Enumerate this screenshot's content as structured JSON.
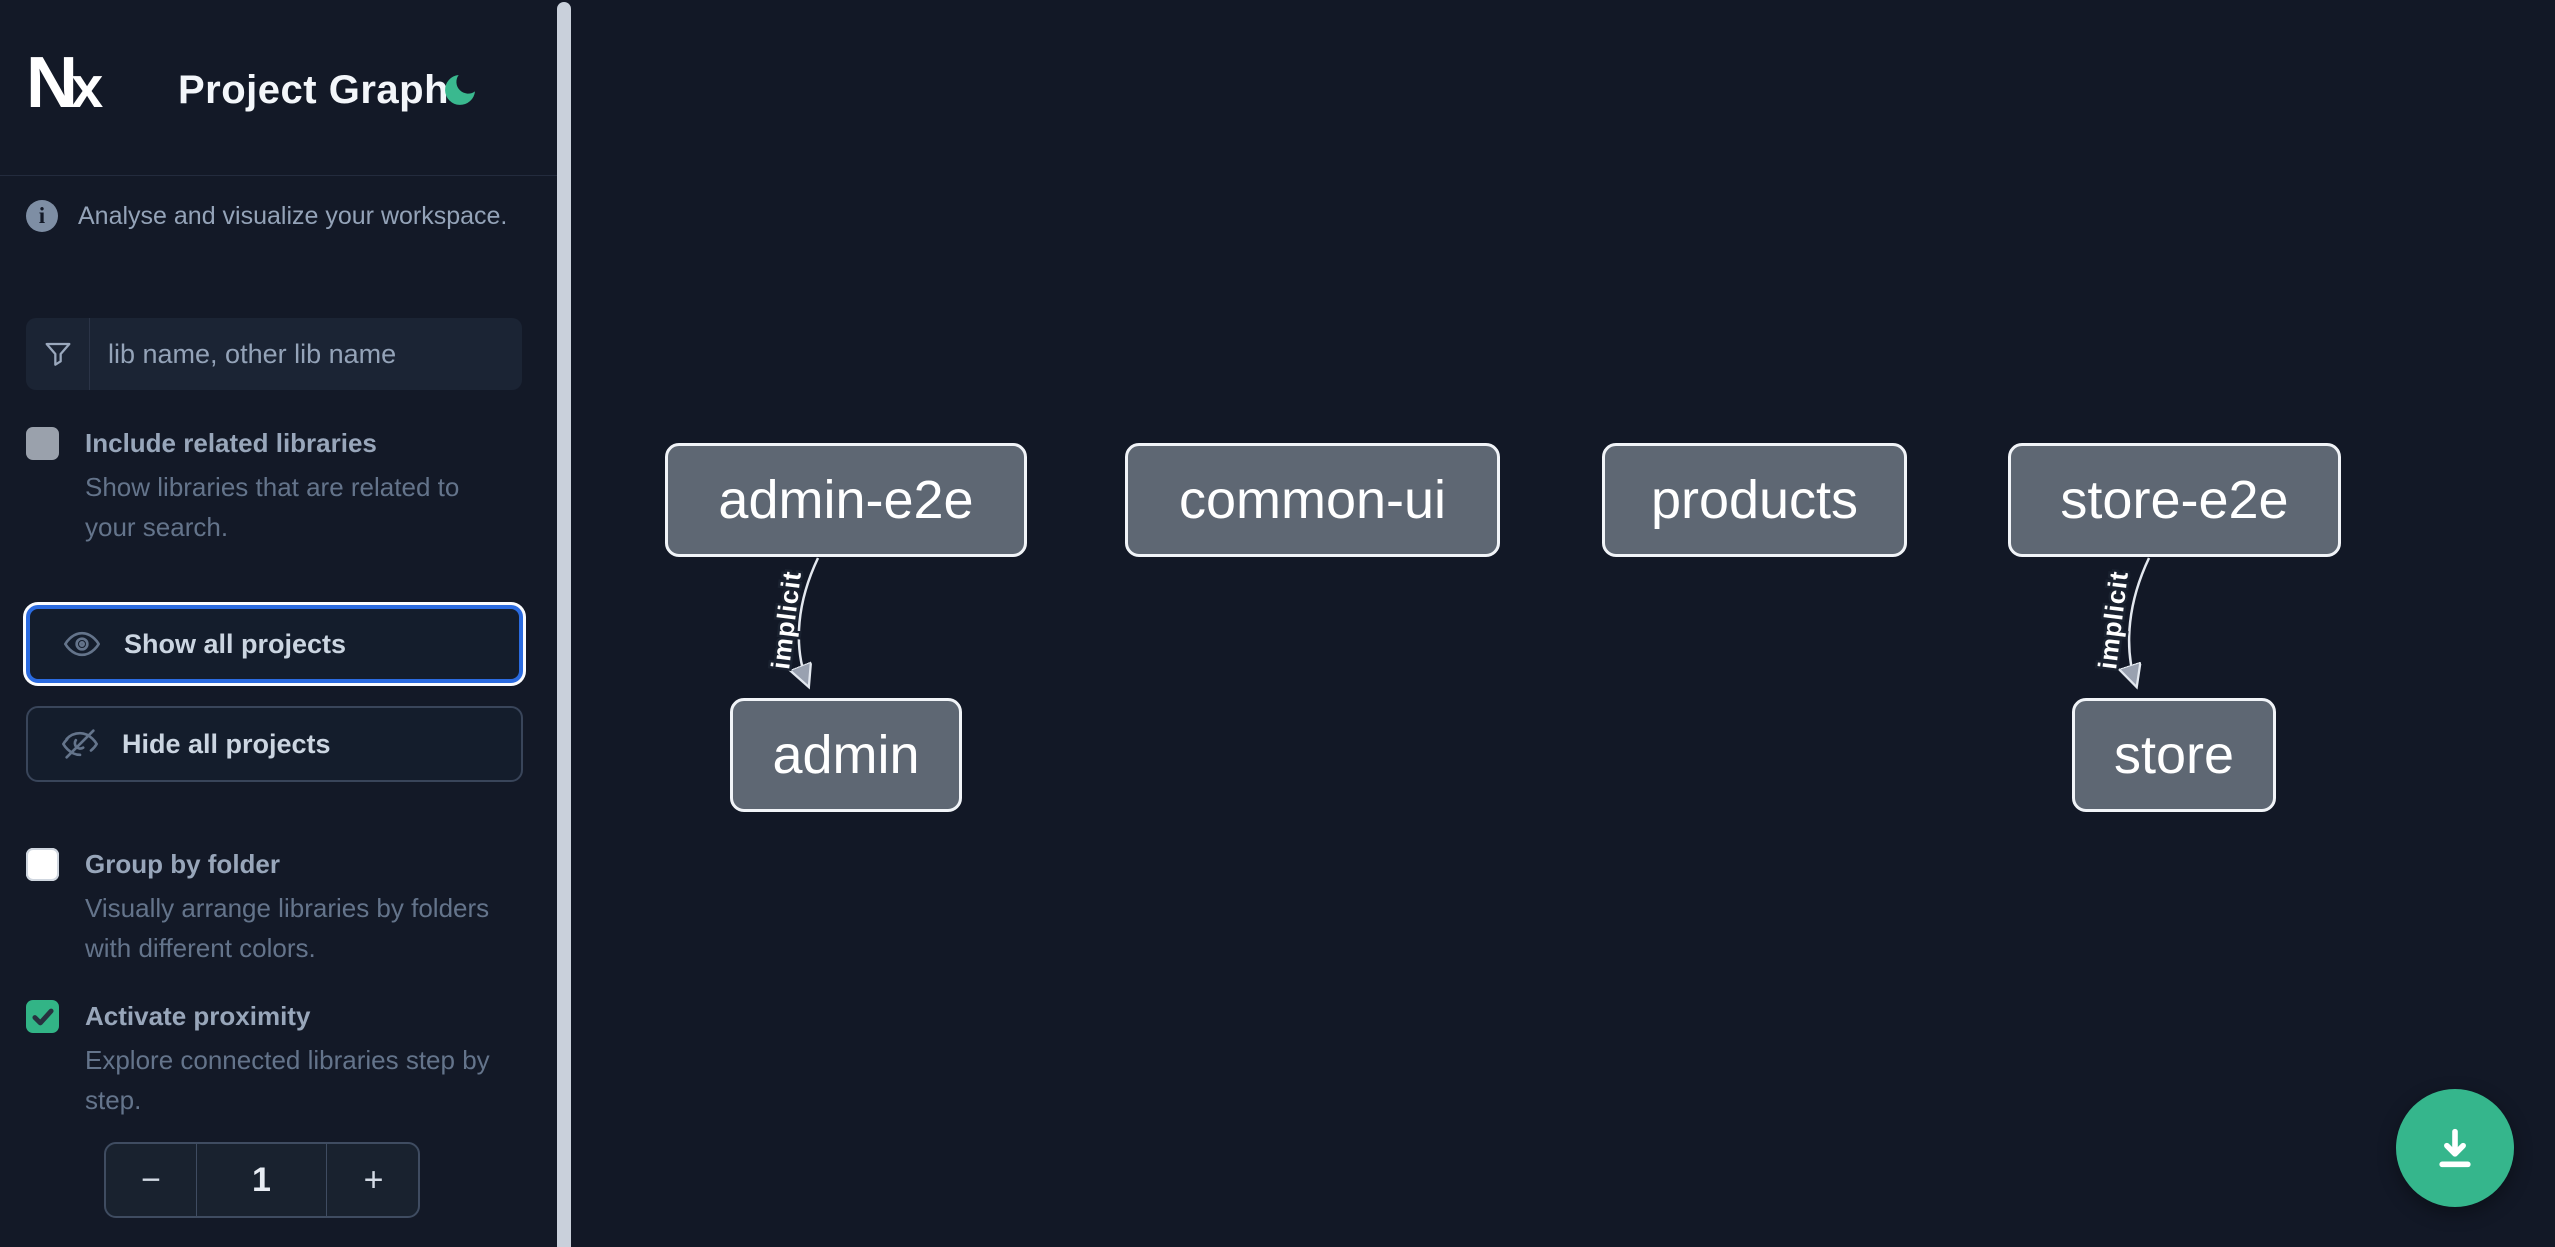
{
  "sidebar": {
    "brand": {
      "logo_text": "Nx",
      "title": "Project Graph"
    },
    "intro": {
      "text": "Analyse and visualize your workspace."
    },
    "filter": {
      "placeholder": "lib name, other lib name",
      "value": ""
    },
    "include_related": {
      "label": "Include related libraries",
      "description": "Show libraries that are related to your search.",
      "checked": false
    },
    "actions": {
      "show_all": {
        "label": "Show all projects"
      },
      "hide_all": {
        "label": "Hide all projects"
      }
    },
    "group_by_folder": {
      "label": "Group by folder",
      "description": "Visually arrange libraries by folders with different colors.",
      "checked": false
    },
    "proximity": {
      "label": "Activate proximity",
      "description": "Explore connected libraries step by step.",
      "checked": true,
      "stepper": {
        "decrement": "−",
        "value": "1",
        "increment": "+"
      }
    }
  },
  "graph": {
    "nodes": [
      {
        "id": "admin-e2e",
        "label": "admin-e2e"
      },
      {
        "id": "common-ui",
        "label": "common-ui"
      },
      {
        "id": "products",
        "label": "products"
      },
      {
        "id": "store-e2e",
        "label": "store-e2e"
      },
      {
        "id": "admin",
        "label": "admin"
      },
      {
        "id": "store",
        "label": "store"
      }
    ],
    "edges": [
      {
        "from": "admin-e2e",
        "to": "admin",
        "type": "implicit",
        "label": "implicit"
      },
      {
        "from": "store-e2e",
        "to": "store",
        "type": "implicit",
        "label": "implicit"
      }
    ]
  },
  "colors": {
    "accent_green": "#34b789",
    "focus_blue": "#2b6be0",
    "node_fill": "#5e6773",
    "sidebar_bg": "#131927",
    "canvas_bg": "#121826"
  }
}
